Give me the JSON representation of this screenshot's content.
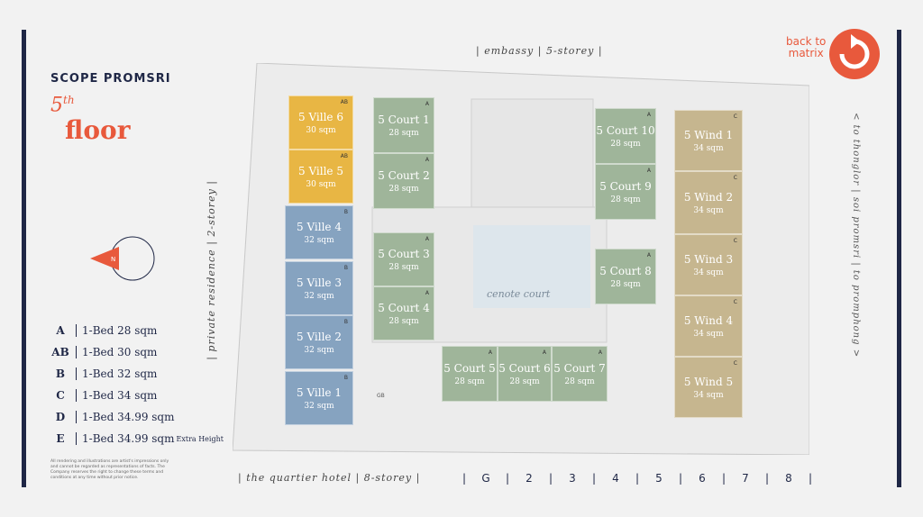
{
  "brand": "SCOPE PROMSRI",
  "floor": {
    "num": "5",
    "suffix": "th",
    "word": "floor"
  },
  "back": {
    "line1": "back to",
    "line2": "matrix"
  },
  "neighbors": {
    "top": [
      "embassy",
      "5-storey"
    ],
    "left": [
      "private residence",
      "2-storey"
    ],
    "bottom": [
      "the quartier hotel",
      "8-storey"
    ],
    "right": [
      "to thonglor",
      "soi promsri",
      "to promphong"
    ]
  },
  "cenote": "cenote court",
  "legend": [
    {
      "code": "A",
      "desc": "1-Bed 28 sqm",
      "extra": ""
    },
    {
      "code": "AB",
      "desc": "1-Bed 30 sqm",
      "extra": ""
    },
    {
      "code": "B",
      "desc": "1-Bed 32 sqm",
      "extra": ""
    },
    {
      "code": "C",
      "desc": "1-Bed 34 sqm",
      "extra": ""
    },
    {
      "code": "D",
      "desc": "1-Bed 34.99 sqm",
      "extra": ""
    },
    {
      "code": "E",
      "desc": "1-Bed 34.99 sqm",
      "extra": "Extra Height"
    }
  ],
  "disclaimer": "All rendering and illustrations are artist's impressions only and cannot be regarded as representations of facts. The Company reserves the right to change these terms and conditions at any time without prior notice.",
  "floors": [
    "G",
    "2",
    "3",
    "4",
    "5",
    "6",
    "7",
    "8"
  ],
  "units": [
    {
      "name": "5 Ville 6",
      "size": "30 sqm",
      "type": "AB"
    },
    {
      "name": "5 Ville 5",
      "size": "30 sqm",
      "type": "AB"
    },
    {
      "name": "5 Ville 4",
      "size": "32 sqm",
      "type": "B"
    },
    {
      "name": "5 Ville 3",
      "size": "32 sqm",
      "type": "B"
    },
    {
      "name": "5 Ville 2",
      "size": "32 sqm",
      "type": "B"
    },
    {
      "name": "5 Ville 1",
      "size": "32 sqm",
      "type": "B"
    },
    {
      "name": "5 Court 1",
      "size": "28 sqm",
      "type": "A"
    },
    {
      "name": "5 Court 2",
      "size": "28 sqm",
      "type": "A"
    },
    {
      "name": "5 Court 3",
      "size": "28 sqm",
      "type": "A"
    },
    {
      "name": "5 Court 4",
      "size": "28 sqm",
      "type": "A"
    },
    {
      "name": "5 Court 5",
      "size": "28 sqm",
      "type": "A"
    },
    {
      "name": "5 Court 6",
      "size": "28 sqm",
      "type": "A"
    },
    {
      "name": "5 Court 7",
      "size": "28 sqm",
      "type": "A"
    },
    {
      "name": "5 Court 8",
      "size": "28 sqm",
      "type": "A"
    },
    {
      "name": "5 Court 9",
      "size": "28 sqm",
      "type": "A"
    },
    {
      "name": "5 Court 10",
      "size": "28 sqm",
      "type": "A"
    },
    {
      "name": "5 Wind 1",
      "size": "34 sqm",
      "type": "C"
    },
    {
      "name": "5 Wind 2",
      "size": "34 sqm",
      "type": "C"
    },
    {
      "name": "5 Wind 3",
      "size": "34 sqm",
      "type": "C"
    },
    {
      "name": "5 Wind 4",
      "size": "34 sqm",
      "type": "C"
    },
    {
      "name": "5 Wind 5",
      "size": "34 sqm",
      "type": "C"
    }
  ],
  "gb": "GB"
}
